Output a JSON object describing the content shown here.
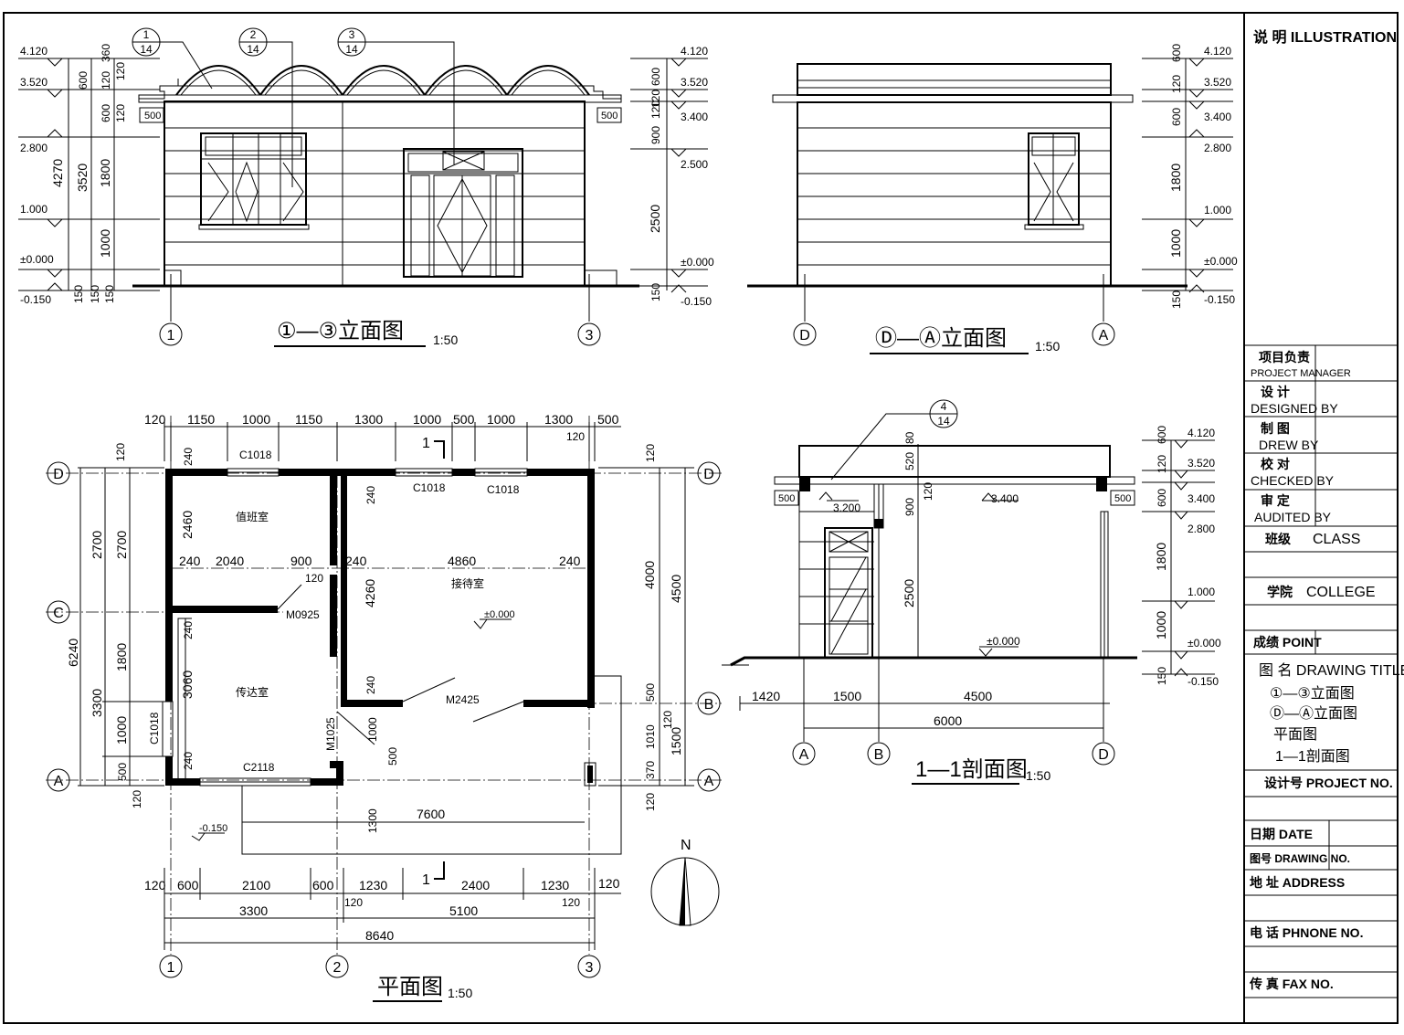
{
  "title_block": {
    "illustration": "说  明  ILLUSTRATION",
    "project_manager_cn": "项目负责",
    "project_manager_en": "PROJECT MANAGER",
    "designed_cn": "设  计",
    "designed_en": "DESIGNED BY",
    "drew_cn": "制  图",
    "drew_en": "DREW BY",
    "checked_cn": "校  对",
    "checked_en": "CHECKED BY",
    "audited_cn": "审  定",
    "audited_en": "AUDITED BY",
    "class_label": "班级",
    "class_en": "CLASS",
    "college_label": "学院",
    "college_en": "COLLEGE",
    "point_label": "成绩 POINT",
    "drawing_title_label": "图  名 DRAWING TITLE",
    "drawing_titles": [
      "①—③立面图",
      "Ⓓ—Ⓐ立面图",
      "平面图",
      "1—1剖面图"
    ],
    "project_no": "设计号  PROJECT NO.",
    "date": "日期 DATE",
    "drawing_no": "图号 DRAWING NO.",
    "address": "地  址 ADDRESS",
    "phone": "电  话 PHNONE NO.",
    "fax": "传  真 FAX NO."
  },
  "views": {
    "elev13": {
      "title": "①—③立面图",
      "scale": "1:50",
      "axis_left": "1",
      "axis_right": "3"
    },
    "elevDA": {
      "title": "Ⓓ—Ⓐ立面图",
      "scale": "1:50",
      "axis_left": "D",
      "axis_right": "A"
    },
    "plan": {
      "title": "平面图",
      "scale": "1:50"
    },
    "section": {
      "title": "1—1剖面图",
      "scale": "1:50"
    }
  },
  "detail_refs": [
    {
      "num": "1",
      "sheet": "14"
    },
    {
      "num": "2",
      "sheet": "14"
    },
    {
      "num": "3",
      "sheet": "14"
    },
    {
      "num": "4",
      "sheet": "14"
    }
  ],
  "elevations": {
    "levels": [
      "4.120",
      "3.520",
      "3.400",
      "2.800",
      "2.500",
      "1.000",
      "±0.000",
      "-0.150"
    ],
    "left_dims": [
      "360",
      "600",
      "120",
      "600",
      "120",
      "1800",
      "1000",
      "150",
      "150",
      "150",
      "3520",
      "4270"
    ],
    "right_dims": [
      "600",
      "120",
      "120",
      "900",
      "2500",
      "150"
    ],
    "overhang": "500",
    "da_dims": [
      "600",
      "120",
      "600",
      "1800",
      "1000",
      "150"
    ]
  },
  "plan": {
    "top_dims": [
      "120",
      "1150",
      "1000",
      "1150",
      "1300",
      "1000",
      "500",
      "1000",
      "1300",
      "500",
      "120"
    ],
    "bottom_dims": [
      "120",
      "600",
      "2100",
      "600",
      "1230",
      "2400",
      "1230",
      "120"
    ],
    "bottom_sub": [
      "120",
      "120"
    ],
    "bottom_totals": [
      "3300",
      "5100"
    ],
    "overall": "8640",
    "left_dims": [
      "120",
      "2700",
      "2700",
      "1800",
      "3300",
      "1000",
      "500",
      "120"
    ],
    "left_total": "6240",
    "right_dims": [
      "120",
      "4000",
      "4500",
      "500",
      "120",
      "1010",
      "370",
      "1500",
      "120"
    ],
    "interior_dims": [
      "240",
      "2460",
      "240",
      "2040",
      "900",
      "120",
      "240",
      "4860",
      "240",
      "240",
      "4260",
      "240",
      "240",
      "3060",
      "240",
      "1000",
      "500",
      "1300",
      "7600"
    ],
    "rooms": [
      "值班室",
      "接待室",
      "传达室"
    ],
    "doors_windows": [
      "C1018",
      "C1018",
      "C1018",
      "M0925",
      "M2425",
      "M1025",
      "C1018",
      "C2118"
    ],
    "levels": [
      "±0.000",
      "-0.150"
    ],
    "section_mark": "1",
    "grid_rows": [
      "D",
      "C",
      "B",
      "A"
    ],
    "grid_cols": [
      "1",
      "2",
      "3"
    ],
    "north": "N"
  },
  "section": {
    "levels": [
      "4.120",
      "3.520",
      "3.400",
      "3.200",
      "3.400",
      "2.800",
      "1.000",
      "±0.000",
      "±0.000",
      "-0.150"
    ],
    "dims": [
      "80",
      "520",
      "120",
      "900",
      "2500",
      "500",
      "500",
      "600",
      "120",
      "600",
      "1800",
      "1000",
      "150"
    ],
    "bottom_dims": [
      "1420",
      "1500",
      "4500"
    ],
    "bottom_total": "6000",
    "axes": [
      "A",
      "B",
      "D"
    ]
  }
}
